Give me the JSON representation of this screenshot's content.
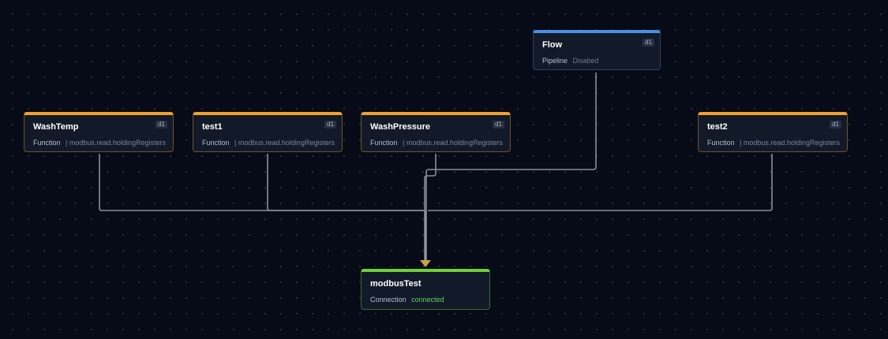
{
  "colors": {
    "background": "#070a17",
    "function_accent": "#f0a030",
    "pipeline_accent": "#4a90e2",
    "connection_accent": "#6fcf3a",
    "edge": "#8a8f99",
    "arrow": "#c9a24a",
    "status_connected": "#5fd35b"
  },
  "nodes": {
    "flow": {
      "title": "Flow",
      "badge": "d1",
      "kind": "Pipeline",
      "status": "Disabed"
    },
    "washtemp": {
      "title": "WashTemp",
      "badge": "d1",
      "kind": "Function",
      "detail": "| modbus.read.holdingRegisters"
    },
    "test1": {
      "title": "test1",
      "badge": "d1",
      "kind": "Function",
      "detail": "| modbus.read.holdingRegisters"
    },
    "washpressure": {
      "title": "WashPressure",
      "badge": "d1",
      "kind": "Function",
      "detail": "| modbus.read.holdingRegisters"
    },
    "test2": {
      "title": "test2",
      "badge": "d1",
      "kind": "Function",
      "detail": "| modbus.read.holdingRegisters"
    },
    "modbustest": {
      "title": "modbusTest",
      "kind": "Connection",
      "status": "connected"
    }
  }
}
